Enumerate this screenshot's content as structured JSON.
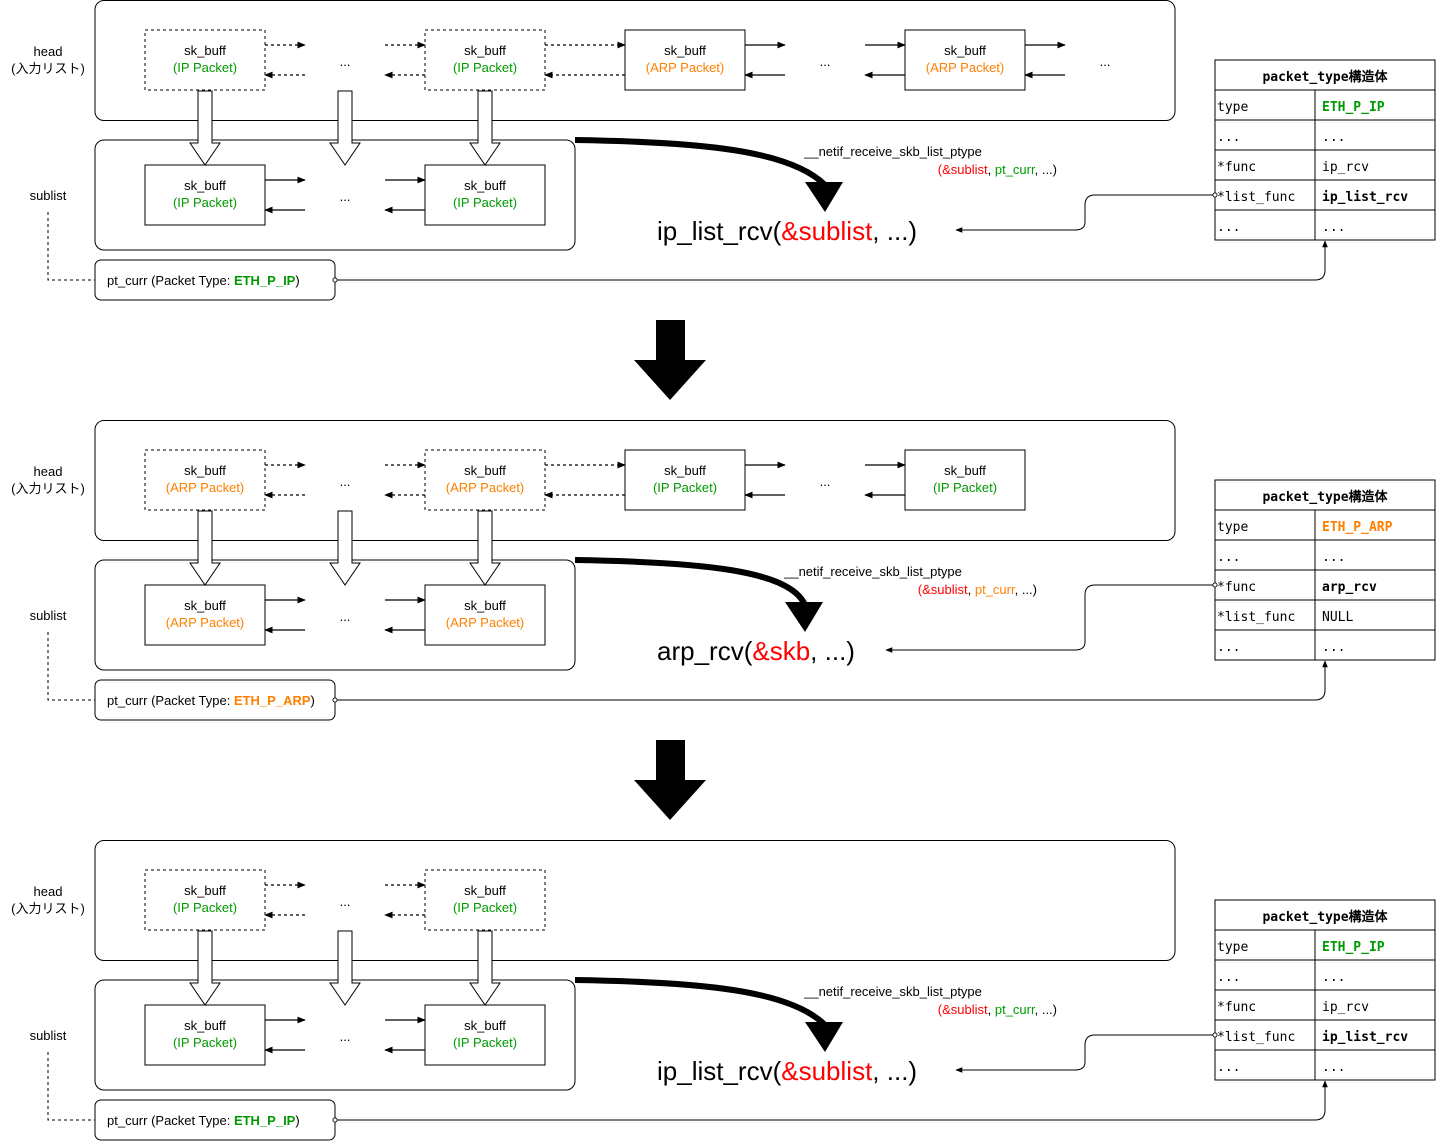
{
  "colors": {
    "ip": "#009900",
    "arp": "#ff8000",
    "red": "#ff0000",
    "line": "#000000"
  },
  "labels": {
    "head": "head",
    "head_sub": "(入力リスト)",
    "sublist": "sublist",
    "skbuff": "sk_buff",
    "ellipsis": "...",
    "ip_packet": "IP Packet",
    "arp_packet": "ARP Packet",
    "paren_open": "(",
    "paren_close": ")",
    "comma_pt": ", ",
    "pt_prefix": "pt_curr (Packet Type: ",
    "ptype_fn": "__netif_receive_skb_list_ptype",
    "args_sublist": "&sublist",
    "args_ptcurr": "pt_curr",
    "args_rest": ", ...)",
    "table_header": "packet_type構造体",
    "row_type": "type",
    "row_func": "*func",
    "row_list_func": "*list_func"
  },
  "panels": [
    {
      "id": "panel-1",
      "pt_type": "ETH_P_IP",
      "pt_kind": "ip",
      "head_nodes": [
        {
          "kind": "ip",
          "dashed": true
        },
        {
          "kind": "ip",
          "dashed": true
        },
        {
          "kind": "arp",
          "dashed": false
        },
        {
          "kind": "arp",
          "dashed": false
        }
      ],
      "sub_nodes": [
        {
          "kind": "ip"
        },
        {
          "kind": "ip"
        }
      ],
      "call": {
        "fn": "ip_list_rcv(",
        "arg": "&sublist",
        "rest": ", ...)"
      },
      "table": {
        "type_value": "ETH_P_IP",
        "type_kind": "ip",
        "func": "ip_rcv",
        "func_bold": false,
        "list_func": "ip_list_rcv",
        "list_func_bold": true,
        "ref_row": "list_func"
      }
    },
    {
      "id": "panel-2",
      "pt_type": "ETH_P_ARP",
      "pt_kind": "arp",
      "head_nodes": [
        {
          "kind": "arp",
          "dashed": true
        },
        {
          "kind": "arp",
          "dashed": true
        },
        {
          "kind": "ip",
          "dashed": false
        },
        {
          "kind": "ip",
          "dashed": false
        }
      ],
      "sub_nodes": [
        {
          "kind": "arp"
        },
        {
          "kind": "arp"
        }
      ],
      "call": {
        "fn": "arp_rcv(",
        "arg": "&skb",
        "rest": ", ...)"
      },
      "table": {
        "type_value": "ETH_P_ARP",
        "type_kind": "arp",
        "func": "arp_rcv",
        "func_bold": true,
        "list_func": "NULL",
        "list_func_bold": false,
        "ref_row": "func"
      }
    },
    {
      "id": "panel-3",
      "pt_type": "ETH_P_IP",
      "pt_kind": "ip",
      "head_nodes": [
        {
          "kind": "ip",
          "dashed": true
        },
        {
          "kind": "ip",
          "dashed": true
        }
      ],
      "sub_nodes": [
        {
          "kind": "ip"
        },
        {
          "kind": "ip"
        }
      ],
      "call": {
        "fn": "ip_list_rcv(",
        "arg": "&sublist",
        "rest": ", ...)"
      },
      "table": {
        "type_value": "ETH_P_IP",
        "type_kind": "ip",
        "func": "ip_rcv",
        "func_bold": false,
        "list_func": "ip_list_rcv",
        "list_func_bold": true,
        "ref_row": "list_func"
      }
    }
  ]
}
